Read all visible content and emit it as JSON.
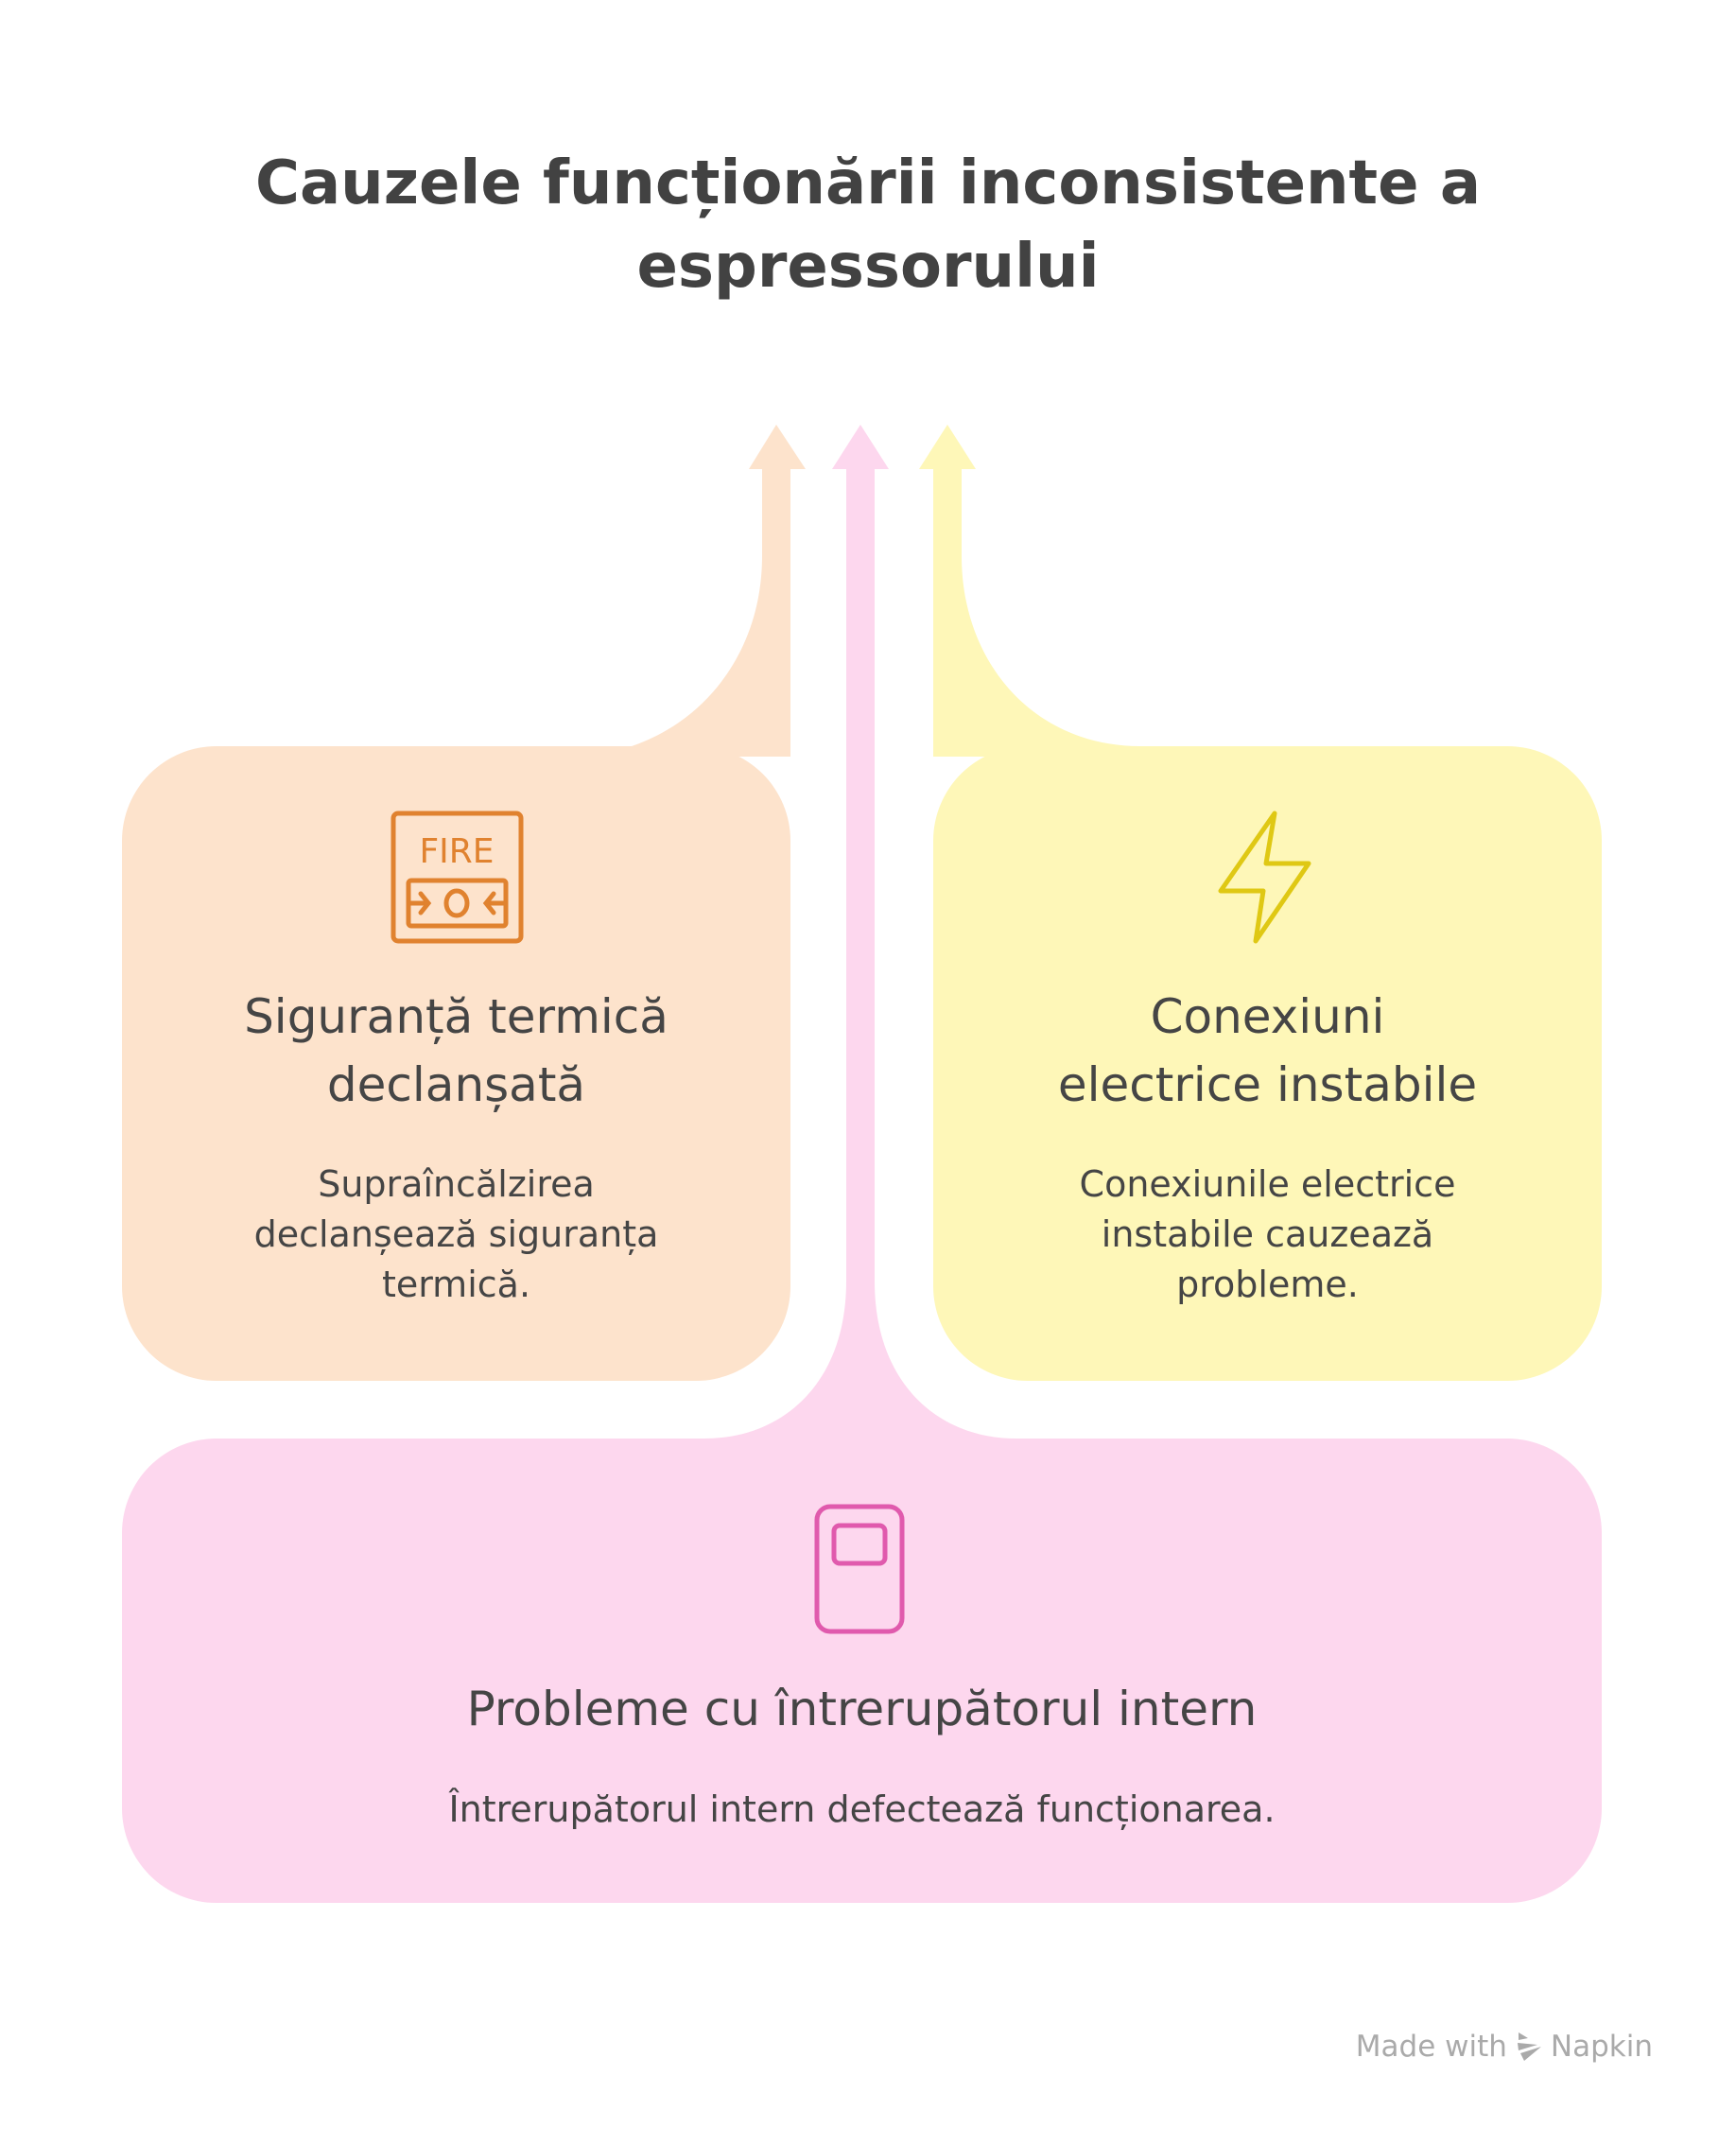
{
  "title": [
    "Cauzele funcționării inconsistente a",
    "espressorului"
  ],
  "colors": {
    "peach": "#fde3cc",
    "yellow": "#fef7b8",
    "pink": "#fdd7ee",
    "fire_icon": "#e0822f",
    "bolt_icon": "#dfc814",
    "switch_icon": "#e05aad"
  },
  "cards": [
    {
      "icon": "fire-alarm-icon",
      "heading": [
        "Siguranță termică",
        "declanșată"
      ],
      "body": [
        "Supraîncălzirea",
        "declanșează siguranța",
        "termică."
      ]
    },
    {
      "icon": "lightning-bolt-icon",
      "heading": [
        "Conexiuni",
        "electrice instabile"
      ],
      "body": [
        "Conexiunile electrice",
        "instabile cauzează",
        "probleme."
      ]
    },
    {
      "icon": "switch-icon",
      "heading": [
        "Probleme cu întrerupătorul intern"
      ],
      "body": [
        "Întrerupătorul intern defectează funcționarea."
      ]
    }
  ],
  "watermark": {
    "prefix": "Made with",
    "brand": "Napkin"
  }
}
